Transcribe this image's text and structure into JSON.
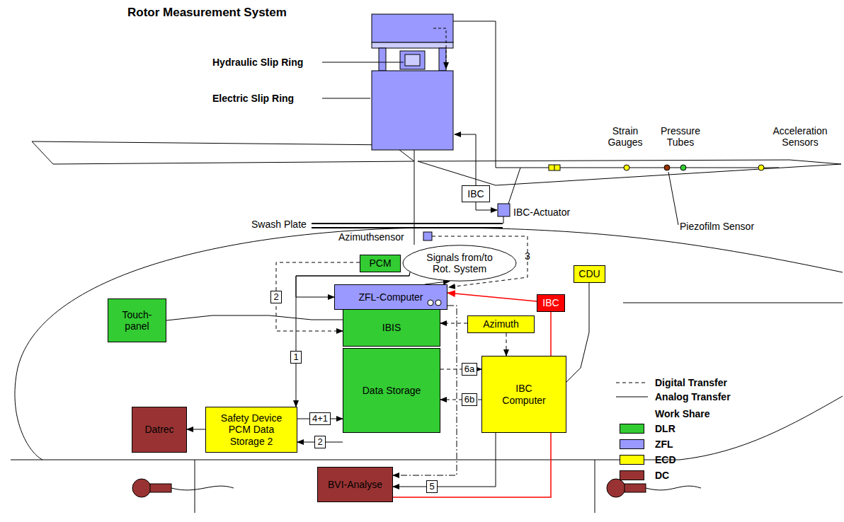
{
  "diagram": {
    "title": "Rotor Measurement System",
    "nodes": [
      {
        "text": [
          "IBC"
        ]
      },
      {
        "text": [
          "PCM"
        ]
      },
      {
        "text": [
          "Signals from/to Rot. System"
        ]
      },
      {
        "text": [
          "ZFL-Computer"
        ]
      },
      {
        "text": [
          "IBIS"
        ]
      },
      {
        "text": [
          "Data Storage"
        ]
      },
      {
        "text": [
          "Touch-panel"
        ]
      },
      {
        "text": [
          "Azimuth"
        ]
      },
      {
        "text": [
          "IBC"
        ]
      },
      {
        "text": [
          "CDU"
        ]
      },
      {
        "text": [
          "IBC Computer"
        ]
      },
      {
        "text": [
          "Datrec"
        ]
      },
      {
        "text": [
          "Safety Device PCM Data Storage 2"
        ]
      },
      {
        "text": [
          "BVI-Analyse"
        ]
      }
    ],
    "edges": [
      {
        "from": 3,
        "to": 2,
        "arrow": "to"
      },
      {
        "from": 2,
        "to": 12,
        "label": "1",
        "arrow": "to"
      },
      {
        "from": 2,
        "to": 3,
        "arrow": "to"
      },
      {
        "from": 1,
        "to": 4,
        "label": "2",
        "arrow": "to"
      },
      {
        "from": 6,
        "to": 4,
        "arrow": "none"
      },
      {
        "from": 7,
        "to": 4,
        "arrow": "to"
      },
      {
        "from": 7,
        "to": 10,
        "arrow": "to"
      },
      {
        "from": 3,
        "to": 13,
        "arrow": "to"
      },
      {
        "from": 10,
        "to": 8,
        "arrow": "none"
      },
      {
        "from": 8,
        "to": 3,
        "arrow": "to"
      },
      {
        "from": 13,
        "to": 10,
        "arrow": "none"
      },
      {
        "from": 5,
        "to": 10,
        "label": "6a",
        "arrow": "to"
      },
      {
        "from": 10,
        "to": 5,
        "label": "6b",
        "arrow": "to"
      },
      {
        "from": 12,
        "to": 5,
        "label": "4+1",
        "arrow": "to"
      },
      {
        "from": 5,
        "to": 12,
        "label": "2",
        "arrow": "to"
      },
      {
        "from": 12,
        "to": 11,
        "arrow": "to"
      },
      {
        "from": 10,
        "to": 13,
        "label": "5",
        "arrow": "to"
      },
      {
        "from": 9,
        "to": 10,
        "arrow": "none"
      }
    ],
    "labels": [
      "Hydraulic Slip Ring",
      "Electric Slip Ring",
      "Strain Gauges",
      "Pressure Tubes",
      "Acceleration Sensors",
      "IBC-Actuator",
      "Piezofilm Sensor",
      "Swash Plate",
      "Azimuthsensor",
      "3",
      "Work Share"
    ],
    "legend": [
      {
        "text": "Digital Transfer"
      },
      {
        "text": "Analog Transfer"
      },
      {
        "text": "DLR",
        "color": "#33cc33"
      },
      {
        "text": "ZFL",
        "color": "#9999ff"
      },
      {
        "text": "ECD",
        "color": "#ffff00"
      },
      {
        "text": "DC",
        "color": "#993333"
      }
    ]
  }
}
